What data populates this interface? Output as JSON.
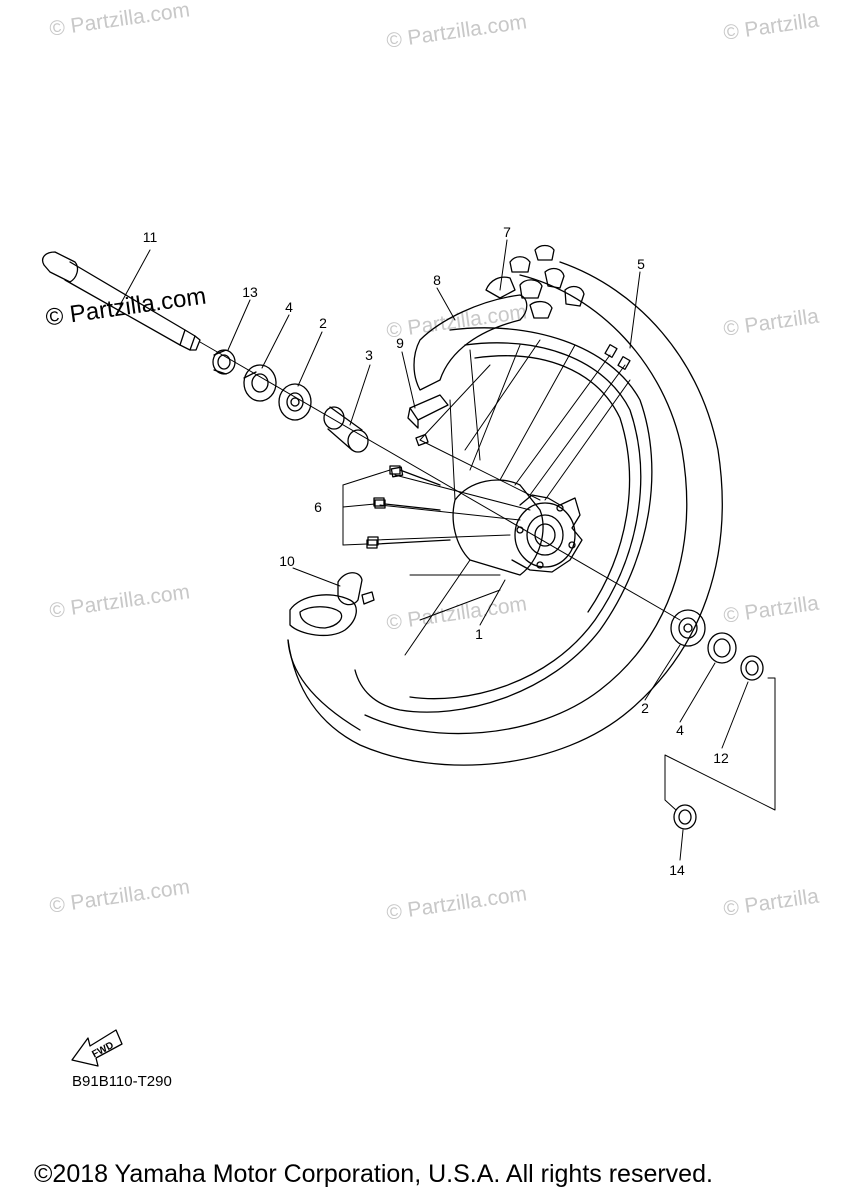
{
  "watermark_text": "© Partzilla.com",
  "watermark_text_short": "© Partzilla",
  "callouts": {
    "c1": "1",
    "c2a": "2",
    "c2b": "2",
    "c3": "3",
    "c4a": "4",
    "c4b": "4",
    "c5": "5",
    "c6": "6",
    "c7": "7",
    "c8": "8",
    "c9": "9",
    "c10": "10",
    "c11": "11",
    "c12": "12",
    "c13": "13",
    "c14": "14"
  },
  "fwd_label": "FWD",
  "diagram_code": "B91B110-T290",
  "copyright": "©2018 Yamaha Motor Corporation, U.S.A. All rights reserved."
}
